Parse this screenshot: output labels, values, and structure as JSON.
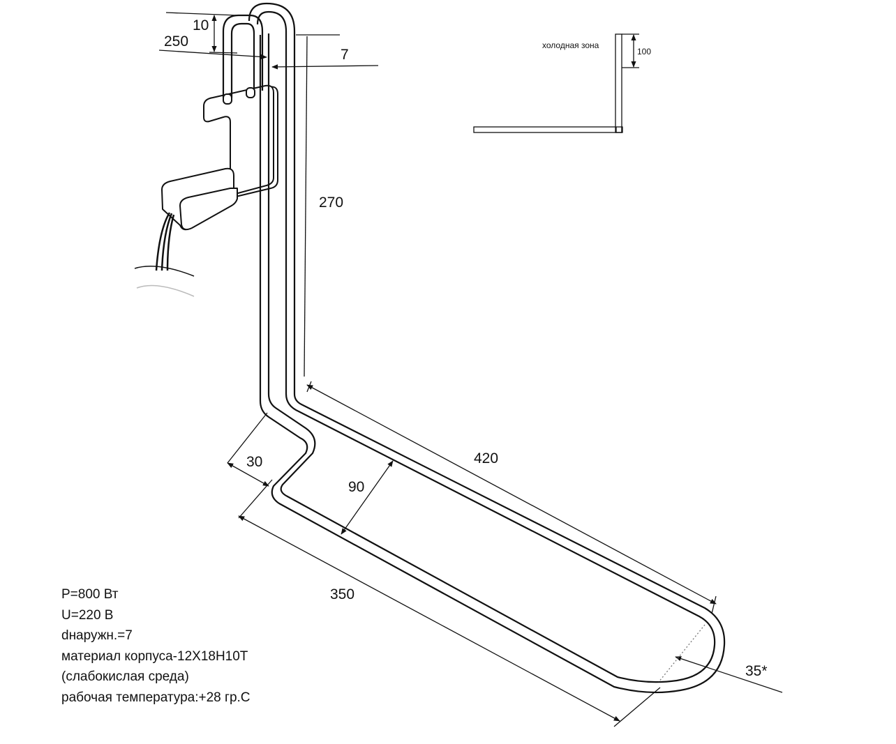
{
  "dimensions": {
    "top_bend": "10",
    "lead_length": "250",
    "tube_diameter": "7",
    "vertical_length": "270",
    "offset": "30",
    "spacing": "90",
    "inner_length": "350",
    "outer_length": "420",
    "bend_radius": "35*"
  },
  "side_view": {
    "cold_zone_label": "холодная зона",
    "cold_zone_length": "100"
  },
  "specs": [
    "P=800 Вт",
    "U=220 В",
    "dнаружн.=7",
    "материал корпуса-12Х18Н10Т",
    "(слабокислая среда)",
    "рабочая температура:+28 гр.С"
  ],
  "colors": {
    "line": "#111111",
    "background": "#ffffff"
  }
}
